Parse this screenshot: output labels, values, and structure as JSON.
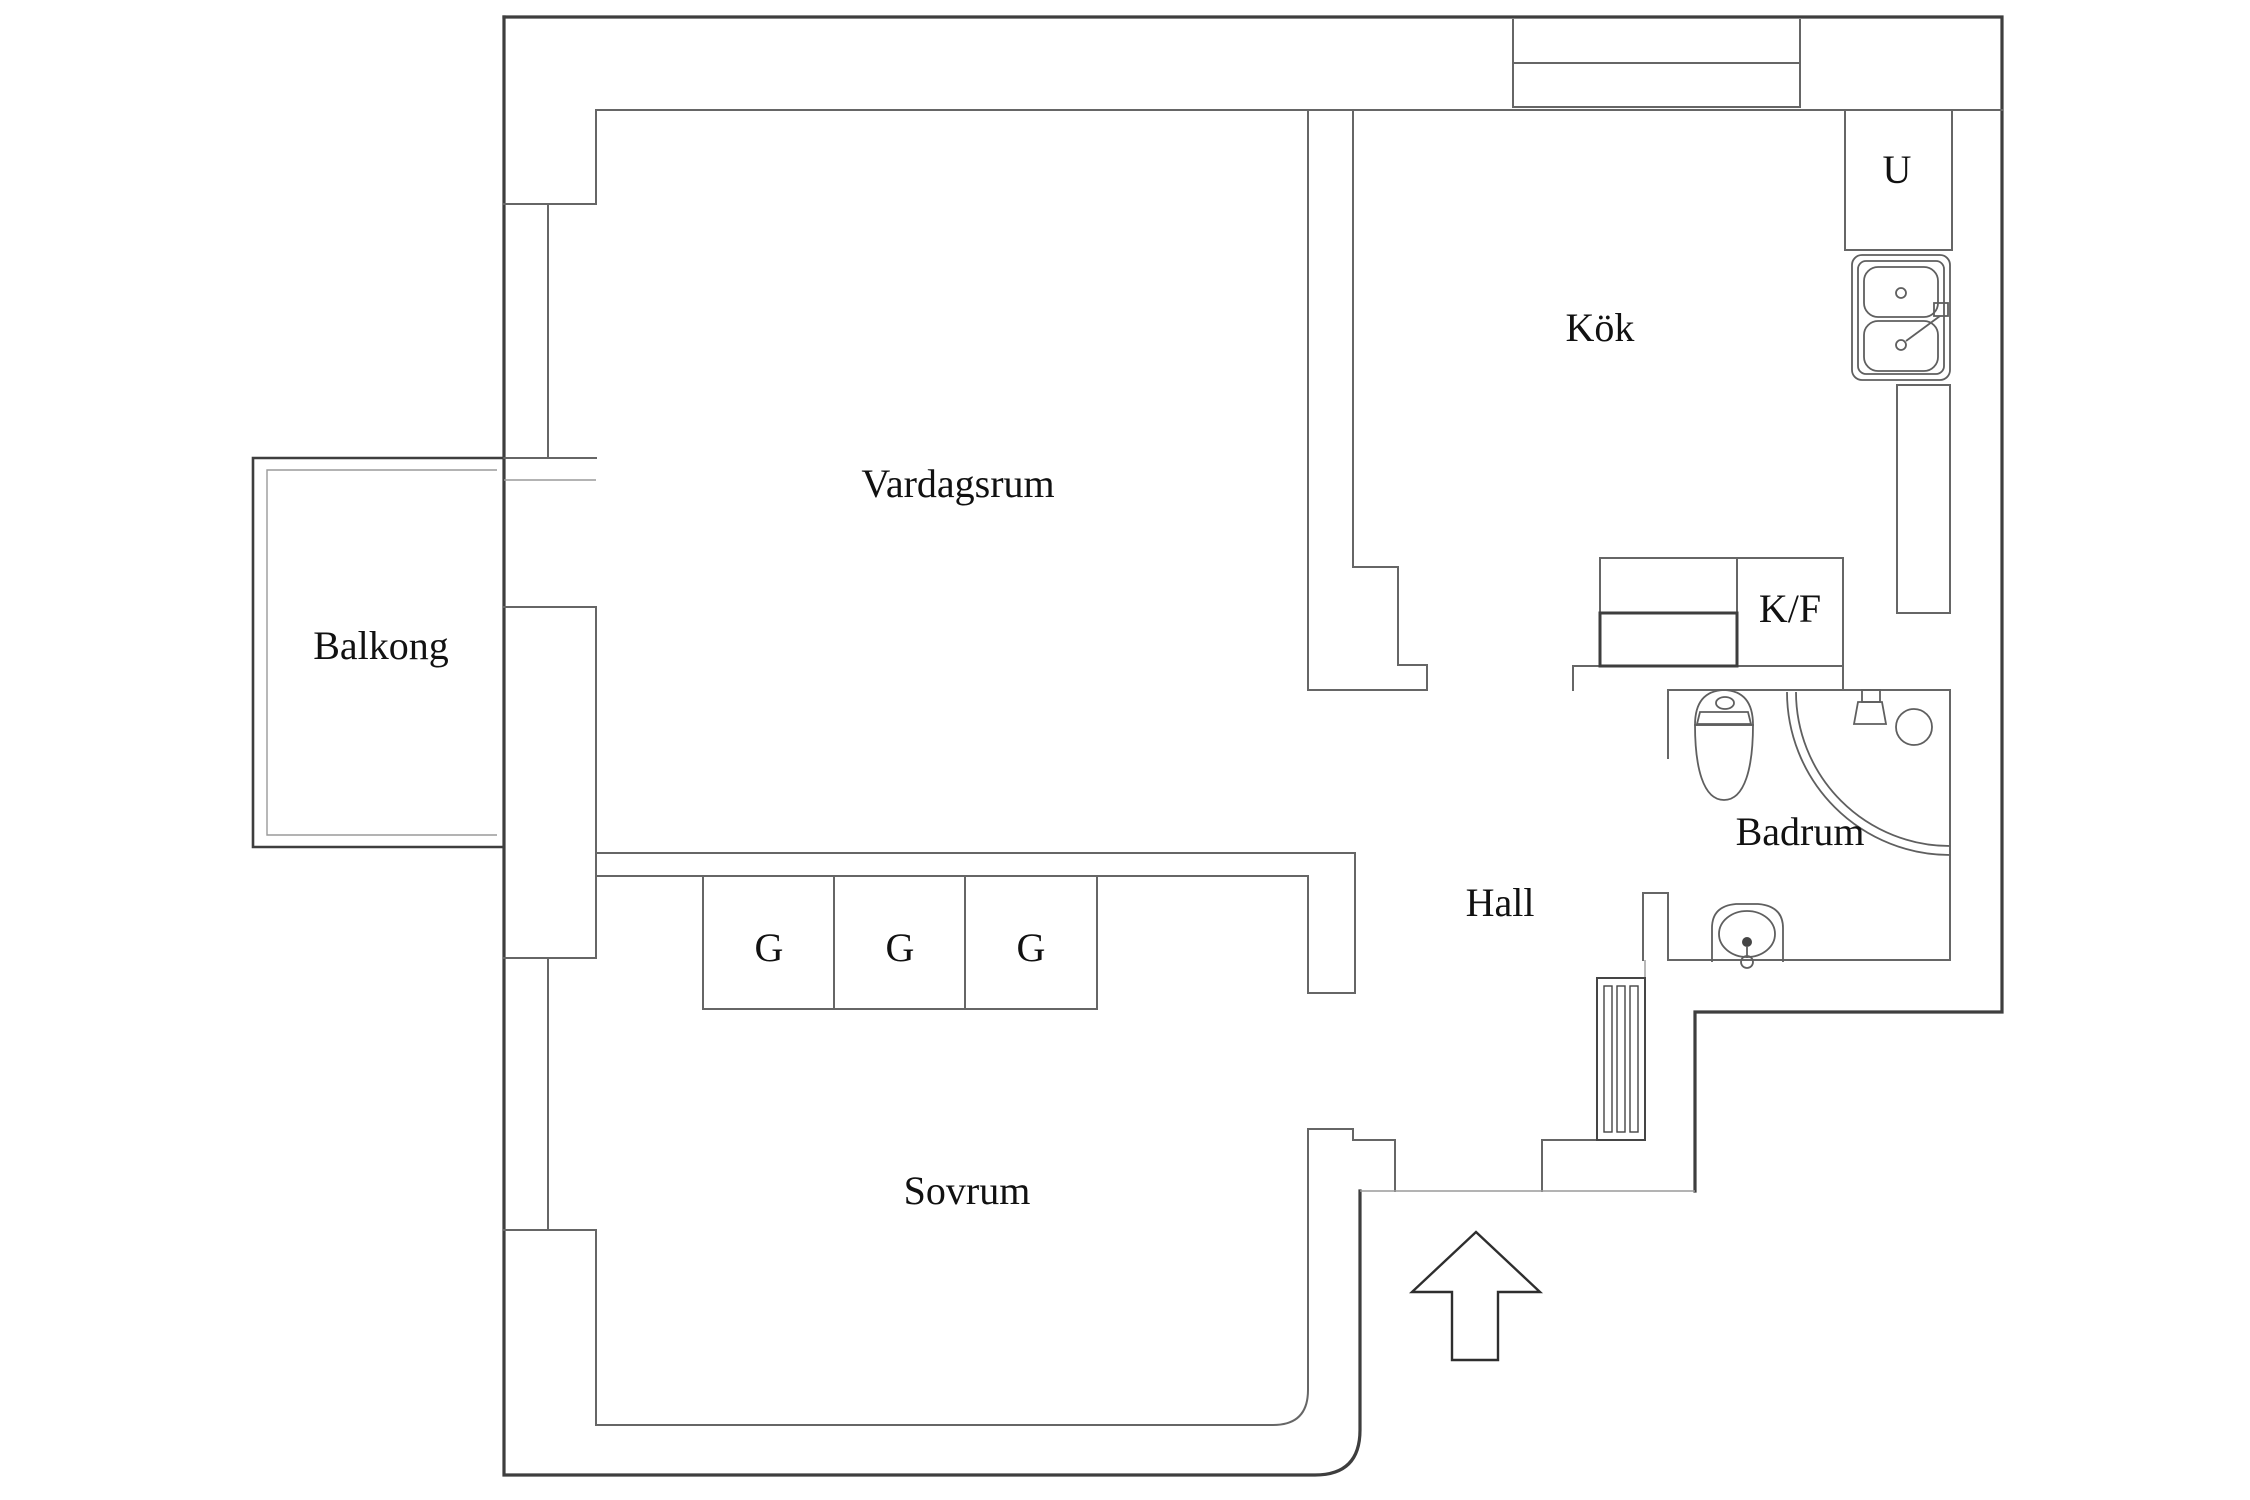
{
  "rooms": {
    "living_room": {
      "label": "Vardagsrum"
    },
    "kitchen": {
      "label": "Kök"
    },
    "bedroom": {
      "label": "Sovrum"
    },
    "hall": {
      "label": "Hall"
    },
    "bathroom": {
      "label": "Badrum"
    },
    "balcony": {
      "label": "Balkong"
    }
  },
  "markings": {
    "utility_cabinet": "U",
    "fridge_freezer": "K/F",
    "wardrobes": [
      "G",
      "G",
      "G"
    ]
  },
  "icons": {
    "kitchen_sink": "kitchen-sink-icon",
    "counter": "kitchen-counter",
    "toilet": "toilet-icon",
    "washbasin": "washbasin-icon",
    "shower": "shower-corner-icon",
    "shower_mixer": "shower-mixer-icon",
    "radiator": "radiator-icon",
    "entry_arrow": "entry-arrow-icon",
    "windows": "window-symbol",
    "niche": "wall-niche"
  },
  "colors": {
    "outer_wall": "#3e3e3e",
    "inner_wall": "#666666",
    "thin_line": "#9a9a9a",
    "fixture_line": "#5f5f5f",
    "text_color": "#111111",
    "background": "#ffffff"
  }
}
